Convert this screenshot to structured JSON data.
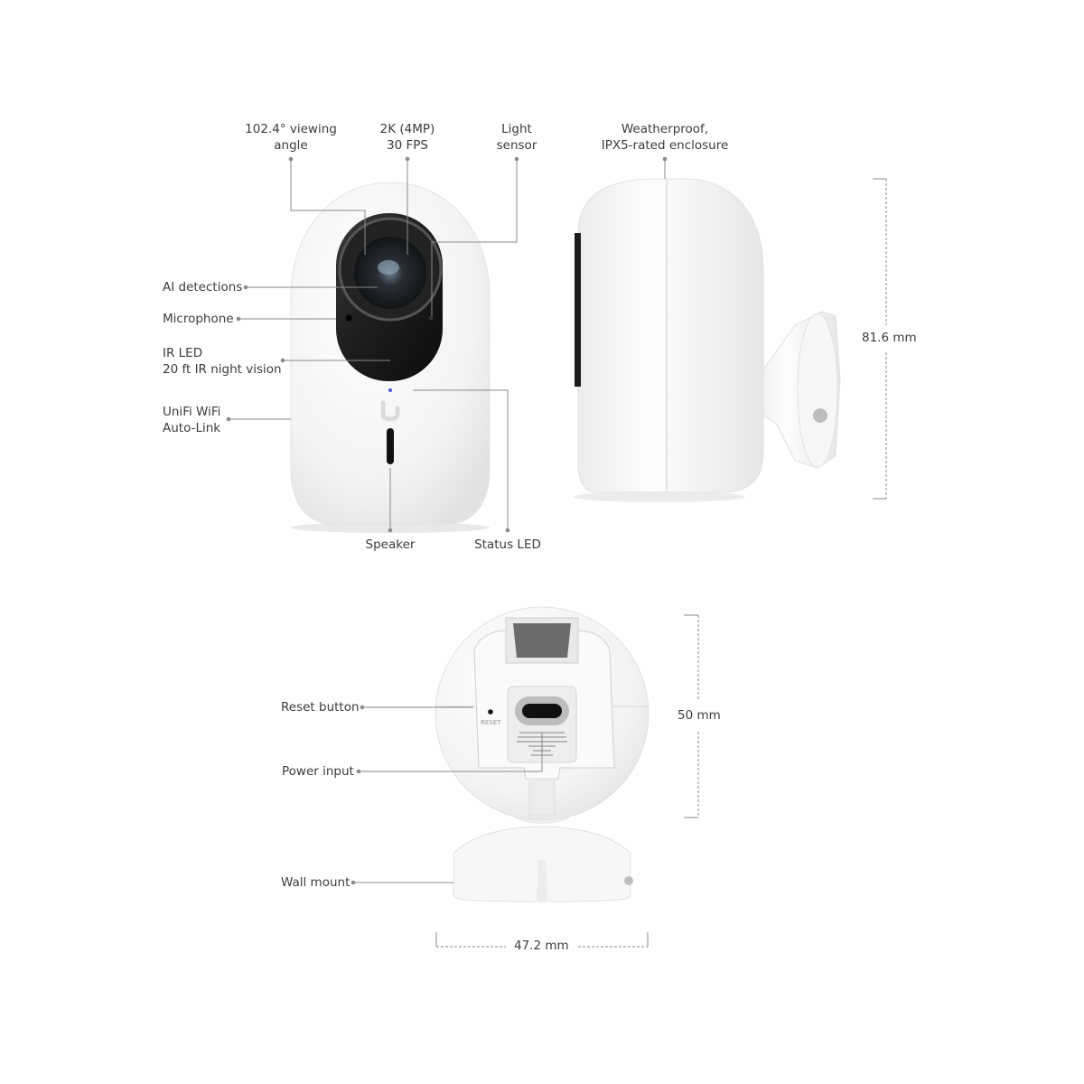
{
  "diagram": {
    "front_view": {
      "callouts": [
        {
          "id": "viewing_angle",
          "text_line1": "102.4° viewing",
          "text_line2": "angle"
        },
        {
          "id": "resolution",
          "text_line1": "2K (4MP)",
          "text_line2": "30 FPS"
        },
        {
          "id": "light_sensor",
          "text_line1": "Light",
          "text_line2": "sensor"
        },
        {
          "id": "ai_detections",
          "text_line1": "AI detections"
        },
        {
          "id": "microphone",
          "text_line1": "Microphone"
        },
        {
          "id": "ir_led",
          "text_line1": "IR LED",
          "text_line2": "20 ft IR night vision"
        },
        {
          "id": "wifi_autolink",
          "text_line1": "UniFi WiFi",
          "text_line2": "Auto-Link"
        },
        {
          "id": "speaker",
          "text_line1": "Speaker"
        },
        {
          "id": "status_led",
          "text_line1": "Status LED"
        }
      ]
    },
    "side_view": {
      "callouts": [
        {
          "id": "enclosure",
          "text_line1": "Weatherproof,",
          "text_line2": "IPX5-rated enclosure"
        }
      ],
      "height_dimension": "81.6 mm"
    },
    "back_view": {
      "callouts": [
        {
          "id": "reset_button",
          "text_line1": "Reset button"
        },
        {
          "id": "power_input",
          "text_line1": "Power input"
        },
        {
          "id": "wall_mount",
          "text_line1": "Wall mount"
        }
      ],
      "reset_engraving": "RESET",
      "height_dimension": "50 mm",
      "width_dimension": "47.2 mm"
    },
    "colors": {
      "background": "#ffffff",
      "body": "#f6f6f6",
      "lens_panel": "#141414",
      "leader_line": "#8a8a8a",
      "status_led": "#4a5bd0"
    }
  }
}
